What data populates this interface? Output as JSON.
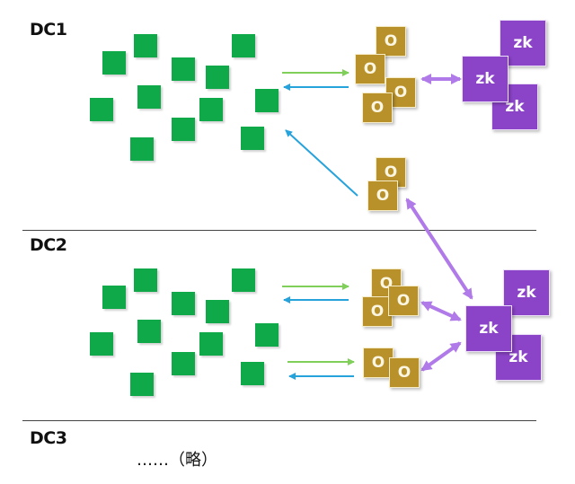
{
  "sections": [
    {
      "label": "DC1"
    },
    {
      "label": "DC2"
    },
    {
      "label": "DC3"
    }
  ],
  "observer_label": "O",
  "zk_label": "zk",
  "dc3_note": "……（略）",
  "colors": {
    "client_node": "#10a94a",
    "observer": "#b8912a",
    "zookeeper": "#8b44c8",
    "request_arrow": "#7fcf5a",
    "response_arrow": "#27a3dc",
    "sync_arrow": "#b07ae8"
  },
  "legend_semantics": {
    "client_nodes_per_dc": 12,
    "dc1_observers": 4,
    "dc1_zk_servers": 3,
    "remote_observers": 2,
    "dc2_observer_groups": [
      3,
      2
    ],
    "dc2_zk_servers": 3
  }
}
